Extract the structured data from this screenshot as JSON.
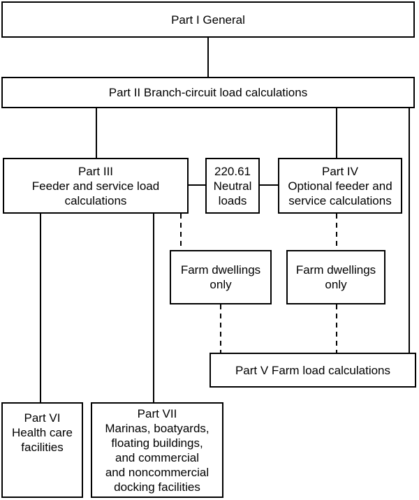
{
  "diagram": {
    "boxes": {
      "part1": {
        "lines": [
          "Part I General"
        ]
      },
      "part2": {
        "lines": [
          "Part II Branch-circuit load calculations"
        ]
      },
      "part3": {
        "lines": [
          "Part III",
          "Feeder and service load",
          "calculations"
        ]
      },
      "neutral": {
        "lines": [
          "220.61",
          "Neutral",
          "loads"
        ]
      },
      "part4": {
        "lines": [
          "Part IV",
          "Optional feeder and",
          "service calculations"
        ]
      },
      "farm_left": {
        "lines": [
          "Farm dwellings",
          "only"
        ]
      },
      "farm_right": {
        "lines": [
          "Farm dwellings",
          "only"
        ]
      },
      "part5": {
        "lines": [
          "Part V Farm load calculations"
        ]
      },
      "part6": {
        "lines": [
          "Part VI",
          "Health care",
          "facilities"
        ]
      },
      "part7": {
        "lines": [
          "Part VII",
          "Marinas, boatyards,",
          "floating buildings,",
          "and commercial",
          "and noncommercial",
          "docking facilities"
        ]
      }
    },
    "colors": {
      "line": "#000000",
      "box_border": "#000000",
      "background": "#ffffff"
    }
  }
}
